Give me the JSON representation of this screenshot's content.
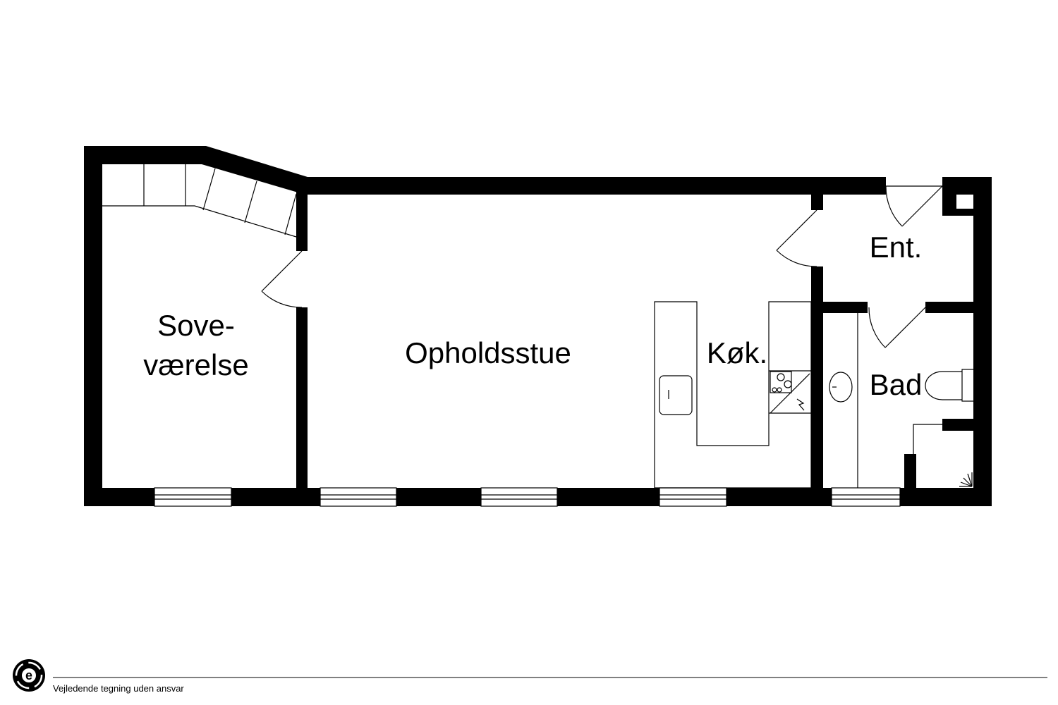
{
  "rooms": {
    "bedroom_line1": "Sove-",
    "bedroom_line2": "værelse",
    "living": "Opholdsstue",
    "kitchen": "Køk.",
    "entrance": "Ent.",
    "bath": "Bad"
  },
  "footer": {
    "disclaimer": "Vejledende tegning uden ansvar",
    "logo_letter": "e"
  },
  "colors": {
    "wall": "#000000",
    "background": "#ffffff"
  }
}
